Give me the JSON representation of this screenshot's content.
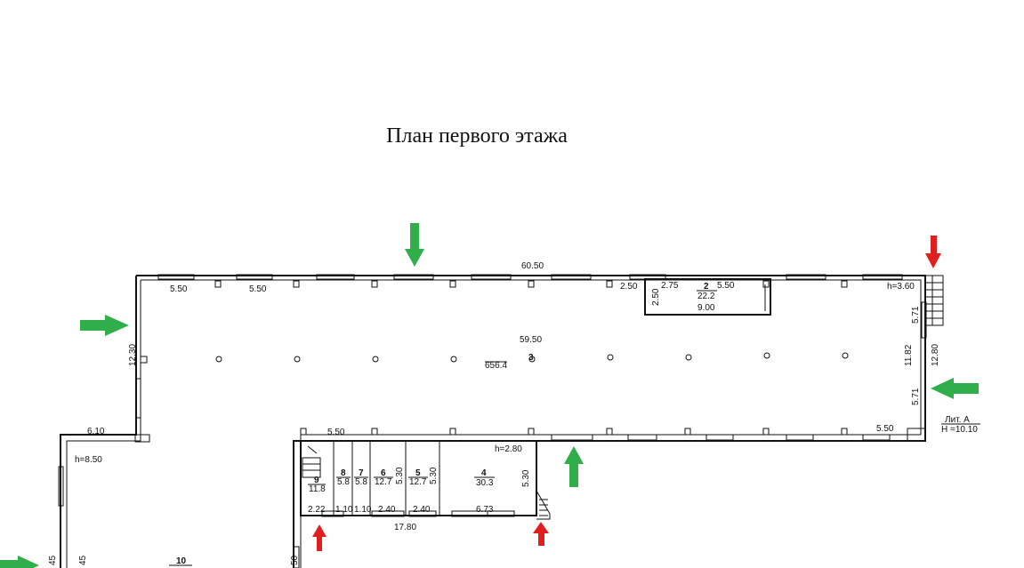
{
  "title": "План первого этажа",
  "labels": {
    "dim_top_total": "60.50",
    "dim_top_left_a": "5.50",
    "dim_top_left_b": "5.50",
    "dim_top_mid": "2.50",
    "dim_room2_left": "2.50",
    "dim_room2_top": "2.75",
    "dim_room2_right": "5.50",
    "dim_room2_bottom": "9.00",
    "room2_num": "2",
    "room2_area": "22.2",
    "height_right": "h=3.60",
    "dim_hall_length": "59.50",
    "room3_num": "3",
    "room3_area": "656.4",
    "dim_left_wall": "12.30",
    "dim_right_a": "5.71",
    "dim_right_b": "11.82",
    "dim_right_c": "12.80",
    "dim_right_d": "5.71",
    "lit_label": "Лит. А",
    "lit_height": "Н =10.10",
    "dim_bottom_right": "5.50",
    "dim_bottom_left": "5.50",
    "height_mid": "h=2.80",
    "dim_wing_top": "6.10",
    "height_wing": "h=8.50",
    "room9_num": "9",
    "room9_area": "11.8",
    "room8_num": "8",
    "room8_area": "5.8",
    "room7_num": "7",
    "room7_area": "5.8",
    "room6_num": "6",
    "room6_area": "12.7",
    "room6_dim": "5.30",
    "room5_num": "5",
    "room5_area": "12.7",
    "room5_dim": "5.30",
    "room4_num": "4",
    "room4_area": "30.3",
    "room4_dim": "5.30",
    "dim_b1": "2.22",
    "dim_b2": "1.10",
    "dim_b3": "1.10",
    "dim_b4": "2.40",
    "dim_b5": "2.40",
    "dim_b6": "6.73",
    "dim_total_bottom": "17.80",
    "room10_num": "10",
    "dim_far_left_a": "45",
    "dim_far_left_b": "45",
    "dim_bottom_small": "50"
  },
  "colors": {
    "arrow_green": "#2fae4a",
    "arrow_red": "#e0201e",
    "line": "#111111"
  },
  "arrows": [
    {
      "name": "entrance-arrow-top",
      "color": "green",
      "direction": "down"
    },
    {
      "name": "entrance-arrow-left",
      "color": "green",
      "direction": "right"
    },
    {
      "name": "entrance-arrow-right",
      "color": "green",
      "direction": "left"
    },
    {
      "name": "entrance-arrow-bottom",
      "color": "green",
      "direction": "up"
    },
    {
      "name": "emergency-arrow-top-right",
      "color": "red",
      "direction": "down"
    },
    {
      "name": "emergency-arrow-bottom-left",
      "color": "red",
      "direction": "up"
    },
    {
      "name": "emergency-arrow-bottom-mid",
      "color": "red",
      "direction": "up"
    },
    {
      "name": "entrance-arrow-far-left",
      "color": "green",
      "direction": "right"
    }
  ]
}
